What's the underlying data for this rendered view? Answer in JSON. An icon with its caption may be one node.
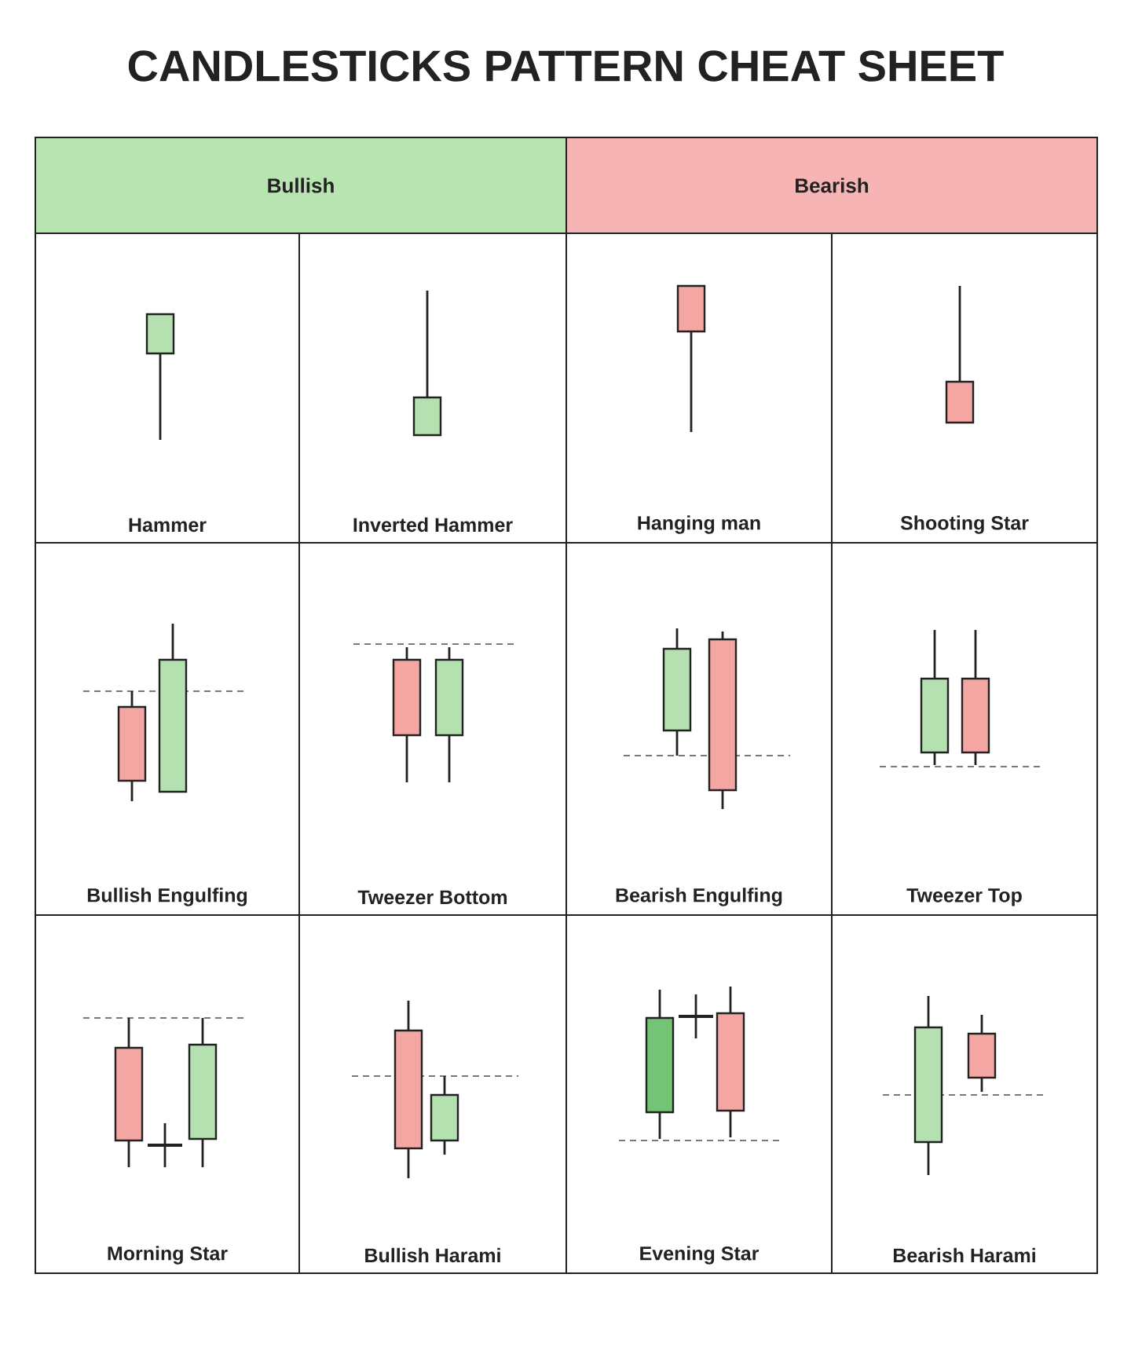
{
  "diagram": {
    "title": "CANDLESTICKS PATTERN CHEAT SHEET",
    "nodes": [
      {
        "text": [
          "Bullish"
        ]
      },
      {
        "text": [
          "Bearish"
        ]
      },
      {
        "text": [
          "Hammer"
        ]
      },
      {
        "text": [
          "Inverted Hammer"
        ]
      },
      {
        "text": [
          "Hanging man"
        ]
      },
      {
        "text": [
          "Shooting Star"
        ]
      },
      {
        "text": [
          "Bullish Engulfing"
        ]
      },
      {
        "text": [
          "Tweezer Bottom"
        ]
      },
      {
        "text": [
          "Bearish Engulfing"
        ]
      },
      {
        "text": [
          "Tweezer Top"
        ]
      },
      {
        "text": [
          "Morning Star"
        ]
      },
      {
        "text": [
          "Bullish Harami"
        ]
      },
      {
        "text": [
          "Evening Star"
        ]
      },
      {
        "text": [
          "Bearish Harami"
        ]
      }
    ]
  }
}
